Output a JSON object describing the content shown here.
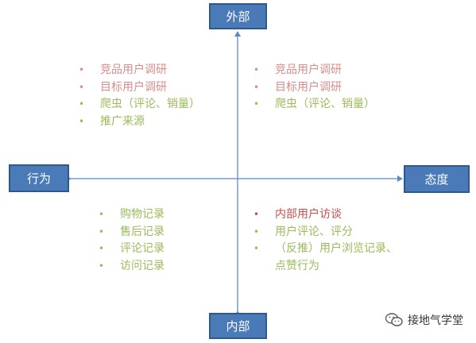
{
  "boxes": {
    "top": "外部",
    "bottom": "内部",
    "left": "行为",
    "right": "态度"
  },
  "colors": {
    "box_fill": "#4a7ab7",
    "box_border": "#2e5a8a",
    "axis": "#5b8bc5",
    "pink": "#d98c8c",
    "green": "#9bbb59",
    "red": "#c0504d"
  },
  "quadrants": {
    "top_left": [
      {
        "text": "竞品用户调研",
        "color": "pink"
      },
      {
        "text": "目标用户调研",
        "color": "pink"
      },
      {
        "text": "爬虫（评论、销量）",
        "color": "green"
      },
      {
        "text": "推广来源",
        "color": "green"
      }
    ],
    "top_right": [
      {
        "text": "竞品用户调研",
        "color": "pink"
      },
      {
        "text": "目标用户调研",
        "color": "pink"
      },
      {
        "text": "爬虫（评论、销量）",
        "color": "green"
      }
    ],
    "bottom_left": [
      {
        "text": "购物记录",
        "color": "green"
      },
      {
        "text": "售后记录",
        "color": "green"
      },
      {
        "text": "评论记录",
        "color": "green"
      },
      {
        "text": "访问记录",
        "color": "green"
      }
    ],
    "bottom_right": [
      {
        "text": "内部用户访谈",
        "color": "red"
      },
      {
        "text": "用户评论、评分",
        "color": "green"
      },
      {
        "text": "（反推）用户浏览记录、",
        "color": "green"
      },
      {
        "text": "点赞行为",
        "color": "green",
        "continuation": true
      }
    ]
  },
  "watermark": {
    "icon": "wechat-icon",
    "text": "接地气学堂"
  }
}
